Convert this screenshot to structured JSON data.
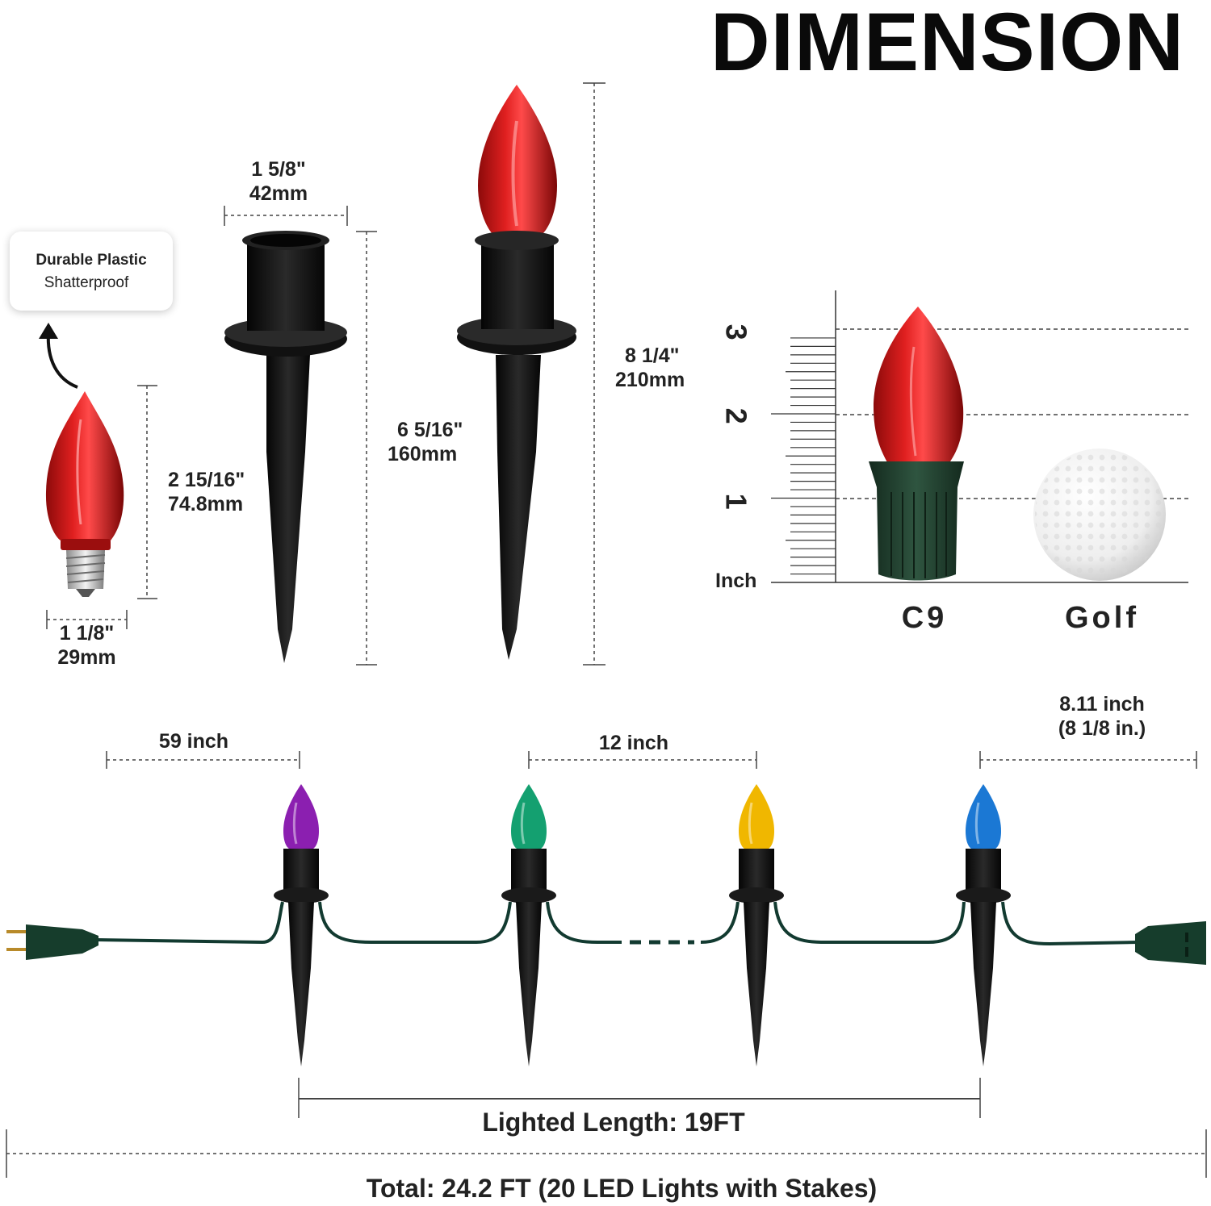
{
  "header": {
    "title": "DIMENSION"
  },
  "callout": {
    "line1": "Durable Plastic",
    "line2": "Shatterproof"
  },
  "dimensions": {
    "bulb_width": {
      "imperial": "1 1/8\"",
      "metric": "29mm"
    },
    "bulb_height": {
      "imperial": "2 15/16\"",
      "metric": "74.8mm"
    },
    "stake_cup_width": {
      "imperial": "1 5/8\"",
      "metric": "42mm"
    },
    "stake_height": {
      "imperial": "6 5/16\"",
      "metric": "160mm"
    },
    "assembled_height": {
      "imperial": "8 1/4\"",
      "metric": "210mm"
    }
  },
  "comparison": {
    "ruler_unit": "Inch",
    "ruler_ticks": [
      "1",
      "2",
      "3"
    ],
    "items": [
      "C9",
      "Golf"
    ]
  },
  "string": {
    "lead_length": "59 inch",
    "bulb_spacing": "12 inch",
    "end_length": {
      "line1": "8.11 inch",
      "line2": "(8 1/8 in.)"
    },
    "lighted_length": "Lighted Length:  19FT",
    "total": "Total: 24.2 FT (20 LED Lights with Stakes)",
    "bulb_colors": [
      "#8b1fb0",
      "#14a070",
      "#f0b700",
      "#1b78d4"
    ]
  },
  "colors": {
    "bulb_red": "#d41b1b",
    "stake": "#151515",
    "wire": "#123a30",
    "socket_green": "#23412f"
  }
}
